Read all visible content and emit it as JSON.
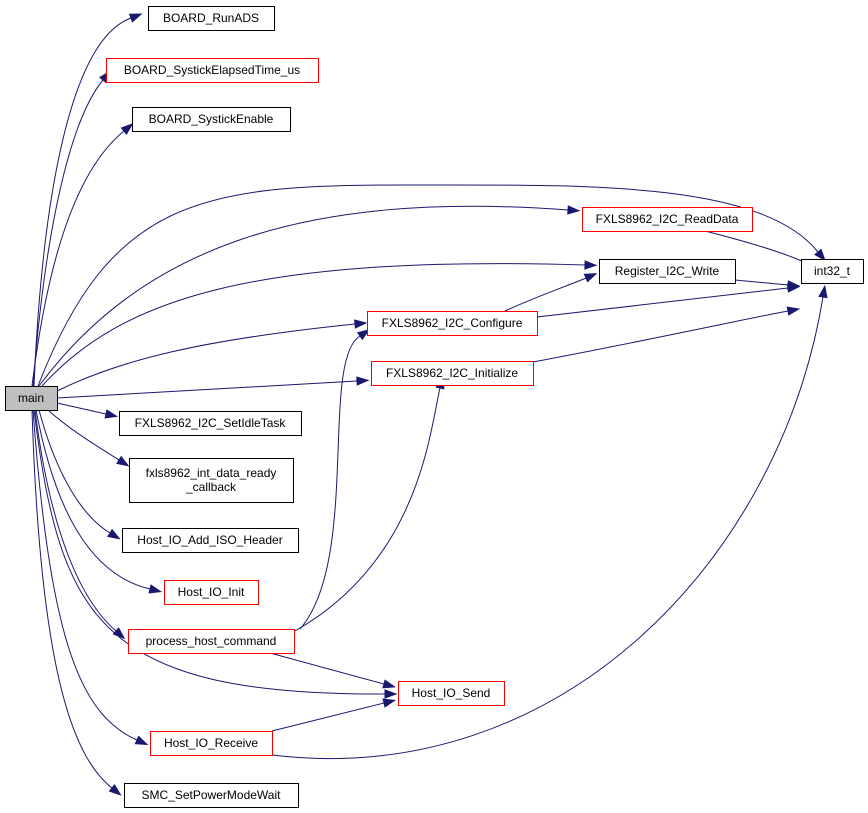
{
  "colors": {
    "edge": "#191970",
    "border_default": "#000000",
    "border_link": "#ff0000",
    "fill_default": "#ffffff",
    "fill_root": "#bfbfbf"
  },
  "nodes": [
    {
      "id": "main",
      "label": [
        "main"
      ],
      "style": "root"
    },
    {
      "id": "board_runads",
      "label": [
        "BOARD_RunADS"
      ],
      "style": "plain"
    },
    {
      "id": "board_systickelapsed",
      "label": [
        "BOARD_SystickElapsedTime_us"
      ],
      "style": "link"
    },
    {
      "id": "board_systickenable",
      "label": [
        "BOARD_SystickEnable"
      ],
      "style": "plain"
    },
    {
      "id": "fxls_readdata",
      "label": [
        "FXLS8962_I2C_ReadData"
      ],
      "style": "link"
    },
    {
      "id": "register_i2c_write",
      "label": [
        "Register_I2C_Write"
      ],
      "style": "plain"
    },
    {
      "id": "int32_t",
      "label": [
        "int32_t"
      ],
      "style": "plain"
    },
    {
      "id": "fxls_configure",
      "label": [
        "FXLS8962_I2C_Configure"
      ],
      "style": "link"
    },
    {
      "id": "fxls_initialize",
      "label": [
        "FXLS8962_I2C_Initialize"
      ],
      "style": "link"
    },
    {
      "id": "fxls_setidletask",
      "label": [
        "FXLS8962_I2C_SetIdleTask"
      ],
      "style": "plain"
    },
    {
      "id": "fxls_int_cb",
      "label": [
        "fxls8962_int_data_ready",
        "_callback"
      ],
      "style": "plain"
    },
    {
      "id": "host_io_add_iso",
      "label": [
        "Host_IO_Add_ISO_Header"
      ],
      "style": "plain"
    },
    {
      "id": "host_io_init",
      "label": [
        "Host_IO_Init"
      ],
      "style": "link"
    },
    {
      "id": "process_host_command",
      "label": [
        "process_host_command"
      ],
      "style": "link"
    },
    {
      "id": "host_io_send",
      "label": [
        "Host_IO_Send"
      ],
      "style": "link"
    },
    {
      "id": "host_io_receive",
      "label": [
        "Host_IO_Receive"
      ],
      "style": "link"
    },
    {
      "id": "smc_setpowermodewait",
      "label": [
        "SMC_SetPowerModeWait"
      ],
      "style": "plain"
    }
  ],
  "edges": [
    {
      "from": "main",
      "to": "board_runads"
    },
    {
      "from": "main",
      "to": "board_systickelapsed"
    },
    {
      "from": "main",
      "to": "board_systickenable"
    },
    {
      "from": "main",
      "to": "int32_t"
    },
    {
      "from": "main",
      "to": "fxls_readdata"
    },
    {
      "from": "main",
      "to": "register_i2c_write"
    },
    {
      "from": "main",
      "to": "fxls_configure"
    },
    {
      "from": "main",
      "to": "fxls_initialize"
    },
    {
      "from": "main",
      "to": "fxls_setidletask"
    },
    {
      "from": "main",
      "to": "fxls_int_cb"
    },
    {
      "from": "main",
      "to": "host_io_add_iso"
    },
    {
      "from": "main",
      "to": "host_io_init"
    },
    {
      "from": "main",
      "to": "process_host_command"
    },
    {
      "from": "main",
      "to": "host_io_send"
    },
    {
      "from": "main",
      "to": "host_io_receive"
    },
    {
      "from": "main",
      "to": "smc_setpowermodewait"
    },
    {
      "from": "fxls_readdata",
      "to": "int32_t"
    },
    {
      "from": "register_i2c_write",
      "to": "int32_t"
    },
    {
      "from": "fxls_configure",
      "to": "register_i2c_write"
    },
    {
      "from": "fxls_configure",
      "to": "int32_t"
    },
    {
      "from": "fxls_initialize",
      "to": "int32_t"
    },
    {
      "from": "process_host_command",
      "to": "fxls_configure"
    },
    {
      "from": "process_host_command",
      "to": "fxls_initialize"
    },
    {
      "from": "process_host_command",
      "to": "host_io_send"
    },
    {
      "from": "host_io_receive",
      "to": "host_io_send"
    },
    {
      "from": "host_io_receive",
      "to": "int32_t"
    }
  ]
}
